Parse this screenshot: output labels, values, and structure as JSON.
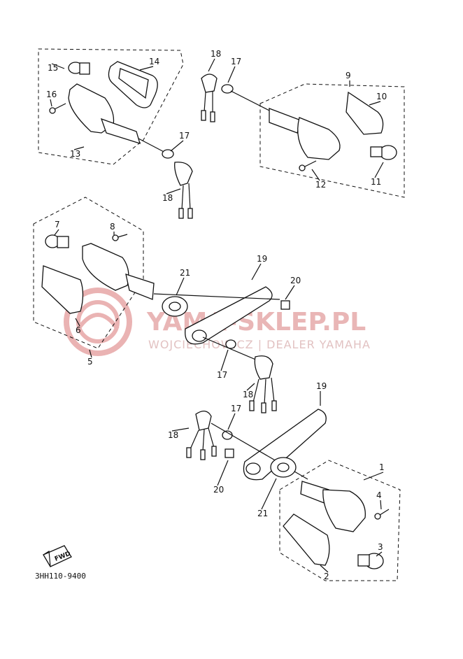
{
  "watermark": {
    "title": "YAMA-SKLEP.PL",
    "subtitle": "WOJCIECHOWICZ | DEALER YAMAHA",
    "color": "#e4a0a0"
  },
  "diagram_code": "3HH110-9400",
  "fwd_label": "FWD",
  "callouts": [
    "15",
    "14",
    "16",
    "13",
    "17",
    "18",
    "18",
    "17",
    "9",
    "10",
    "12",
    "11",
    "7",
    "8",
    "6",
    "5",
    "21",
    "19",
    "20",
    "17",
    "18",
    "19",
    "18",
    "17",
    "20",
    "21",
    "1",
    "4",
    "3",
    "2"
  ],
  "icons": [
    "turn-signal-assembly",
    "bulb",
    "lens",
    "screw",
    "grommet",
    "connector-socket",
    "bracket-stay",
    "nut-clip",
    "fwd-arrow-icon"
  ]
}
